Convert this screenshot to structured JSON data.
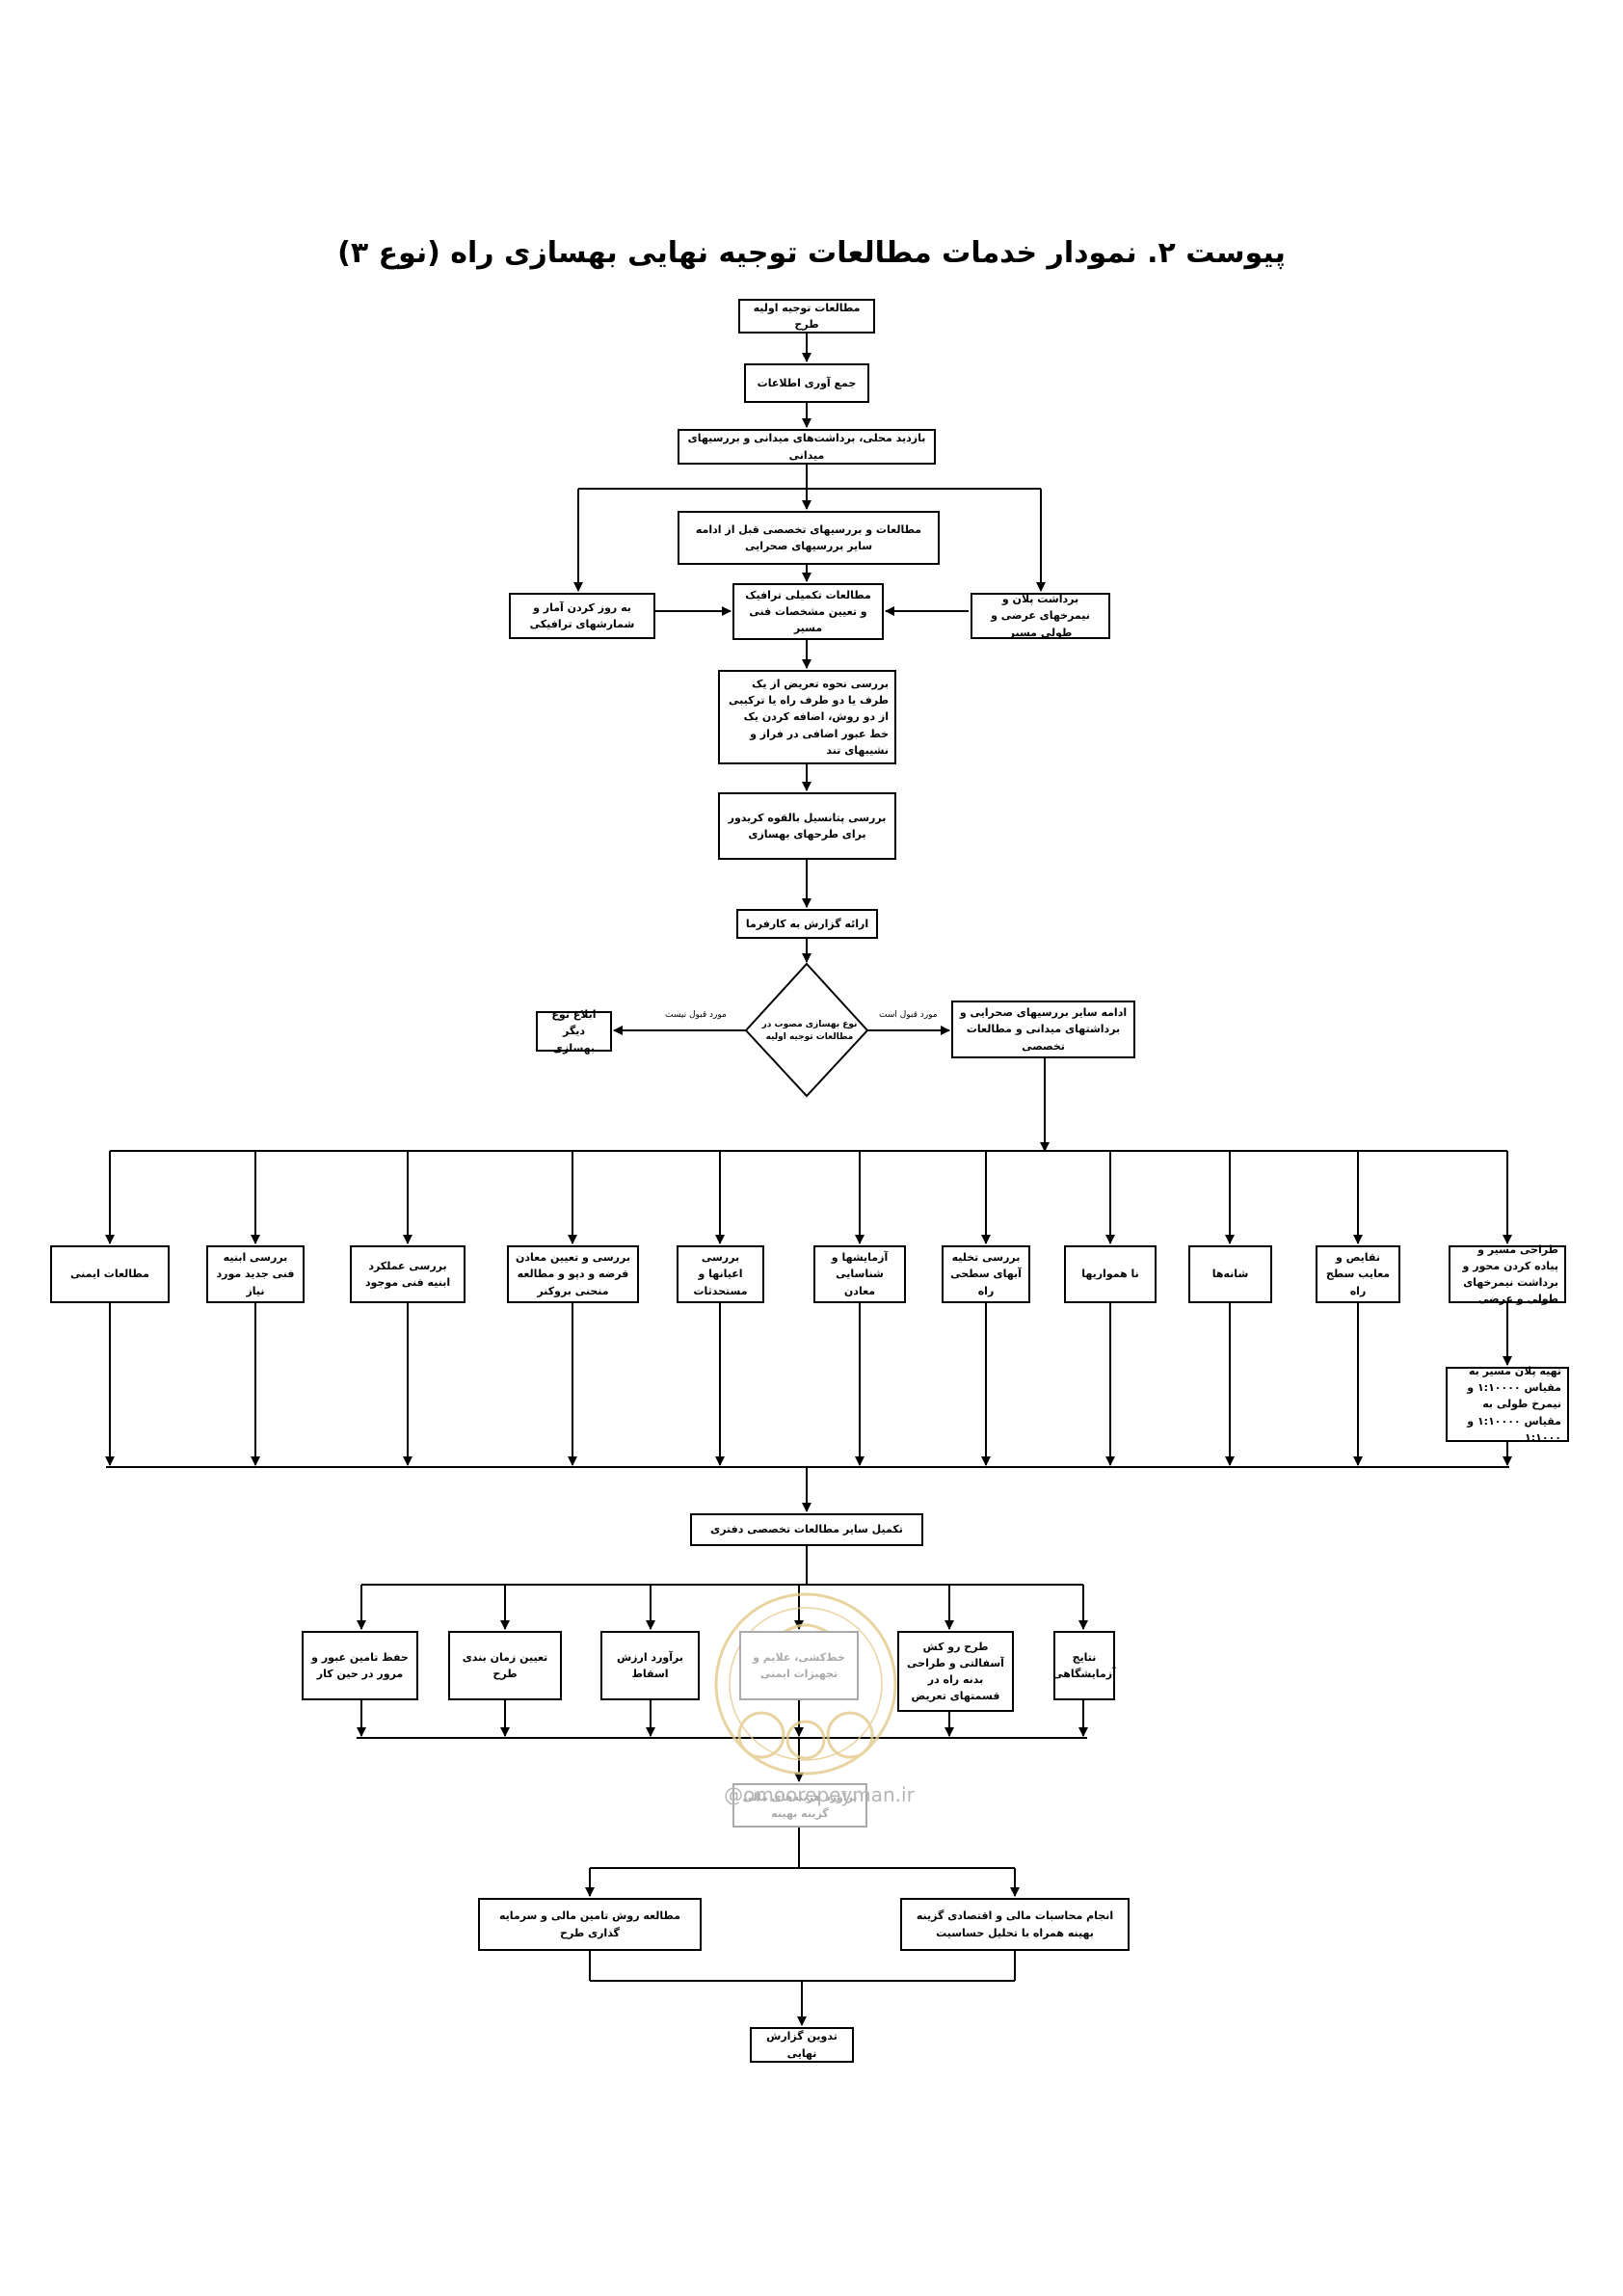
{
  "title": "پیوست ۲. نمودار خدمات مطالعات توجیه نهایی بهسازی راه (نوع ۳)",
  "nodes": {
    "n1": "مطالعات توجیه اولیه طرح",
    "n2": "جمع آوری اطلاعات",
    "n3": "بازدید محلی، برداشت‌های میدانی و بررسیهای میدانی",
    "n4": "مطالعات و بررسیهای تخصصی قبل از ادامه سایر بررسیهای صحرایی",
    "n5": "مطالعات تکمیلی ترافیک و تعیین مشخصات فنی مسیر",
    "n6": "به روز کردن آمار و شمارشهای ترافیکی",
    "n7": "برداشت پلان و نیمرخهای عرضی و طولی مسیر",
    "n8": "بررسی نحوه تعریض از یک طرف یا دو طرف راه یا ترکیبی از دو روش، اضافه کردن یک خط عبور اضافی در فراز و نشیبهای تند",
    "n9": "بررسی پتانسیل بالقوه کریدور برای طرحهای بهسازی",
    "n10": "ارائه گزارش به کارفرما",
    "n11": "نوع بهسازی مصوب در مطالعات توجیه اولیه",
    "n12": "ابلاغ نوع دیگر بهسازی",
    "n13": "ادامه سایر بررسیهای صحرایی و برداشتهای میدانی و مطالعات تخصصی",
    "b1": "مطالعات ایمنی",
    "b2": "بررسی ابنیه فنی جدید مورد نیاز",
    "b3": "بررسی عملکرد ابنیه فنی موجود",
    "b4": "بررسی و تعیین معادن قرضه و دپو و مطالعه منحنی بروکنر",
    "b5": "بررسی اعیانها و مستحدثات",
    "b6": "آزمایشها و شناسایی معادن",
    "b7": "بررسی تخلیه آبهای سطحی راه",
    "b8": "نا همواریها",
    "b9": "شانه‌ها",
    "b10": "نقایص و معایب سطح راه",
    "b11": "طراحی مسیر و پیاده کردن محور و برداشت نیمرخهای طولی و عرضی",
    "b12": "تهیه پلان مسیر به مقیاس ۱:۱۰۰۰۰ و نیمرخ طولی به مقیاس ۱:۱۰۰۰۰ و ۱:۱۰۰۰",
    "c0": "تکمیل سایر مطالعات تخصصی دفتری",
    "c1": "حفظ تامین عبور و مرور در حین کار",
    "c2": "تعیین زمان بندی طرح",
    "c3": "برآورد ارزش اسقاط",
    "c4": "خط‌کشی، علایم و تجهیزات ایمنی",
    "c5": "طرح رو کش آسفالتی و طراحی بدنه راه در قسمتهای تعریض",
    "c6": "نتایج آزمایشگاهی",
    "d1": "برآورد هزینه‌های مالی گزینه بهینه",
    "e1": "مطالعه روش تامین مالی و سرمایه گذاری طرح",
    "e2": "انجام محاسبات مالی و اقتصادی گزینه بهینه همراه با تحلیل حساسیت",
    "f1": "تدوین گزارش نهایی"
  },
  "edge_labels": {
    "rejected": "مورد قبول نیست",
    "accepted": "مورد قبول است"
  },
  "watermark": {
    "site": "@omoorepeyman.ir"
  },
  "colors": {
    "line": "#000000",
    "watermark": "#e4c98a"
  }
}
